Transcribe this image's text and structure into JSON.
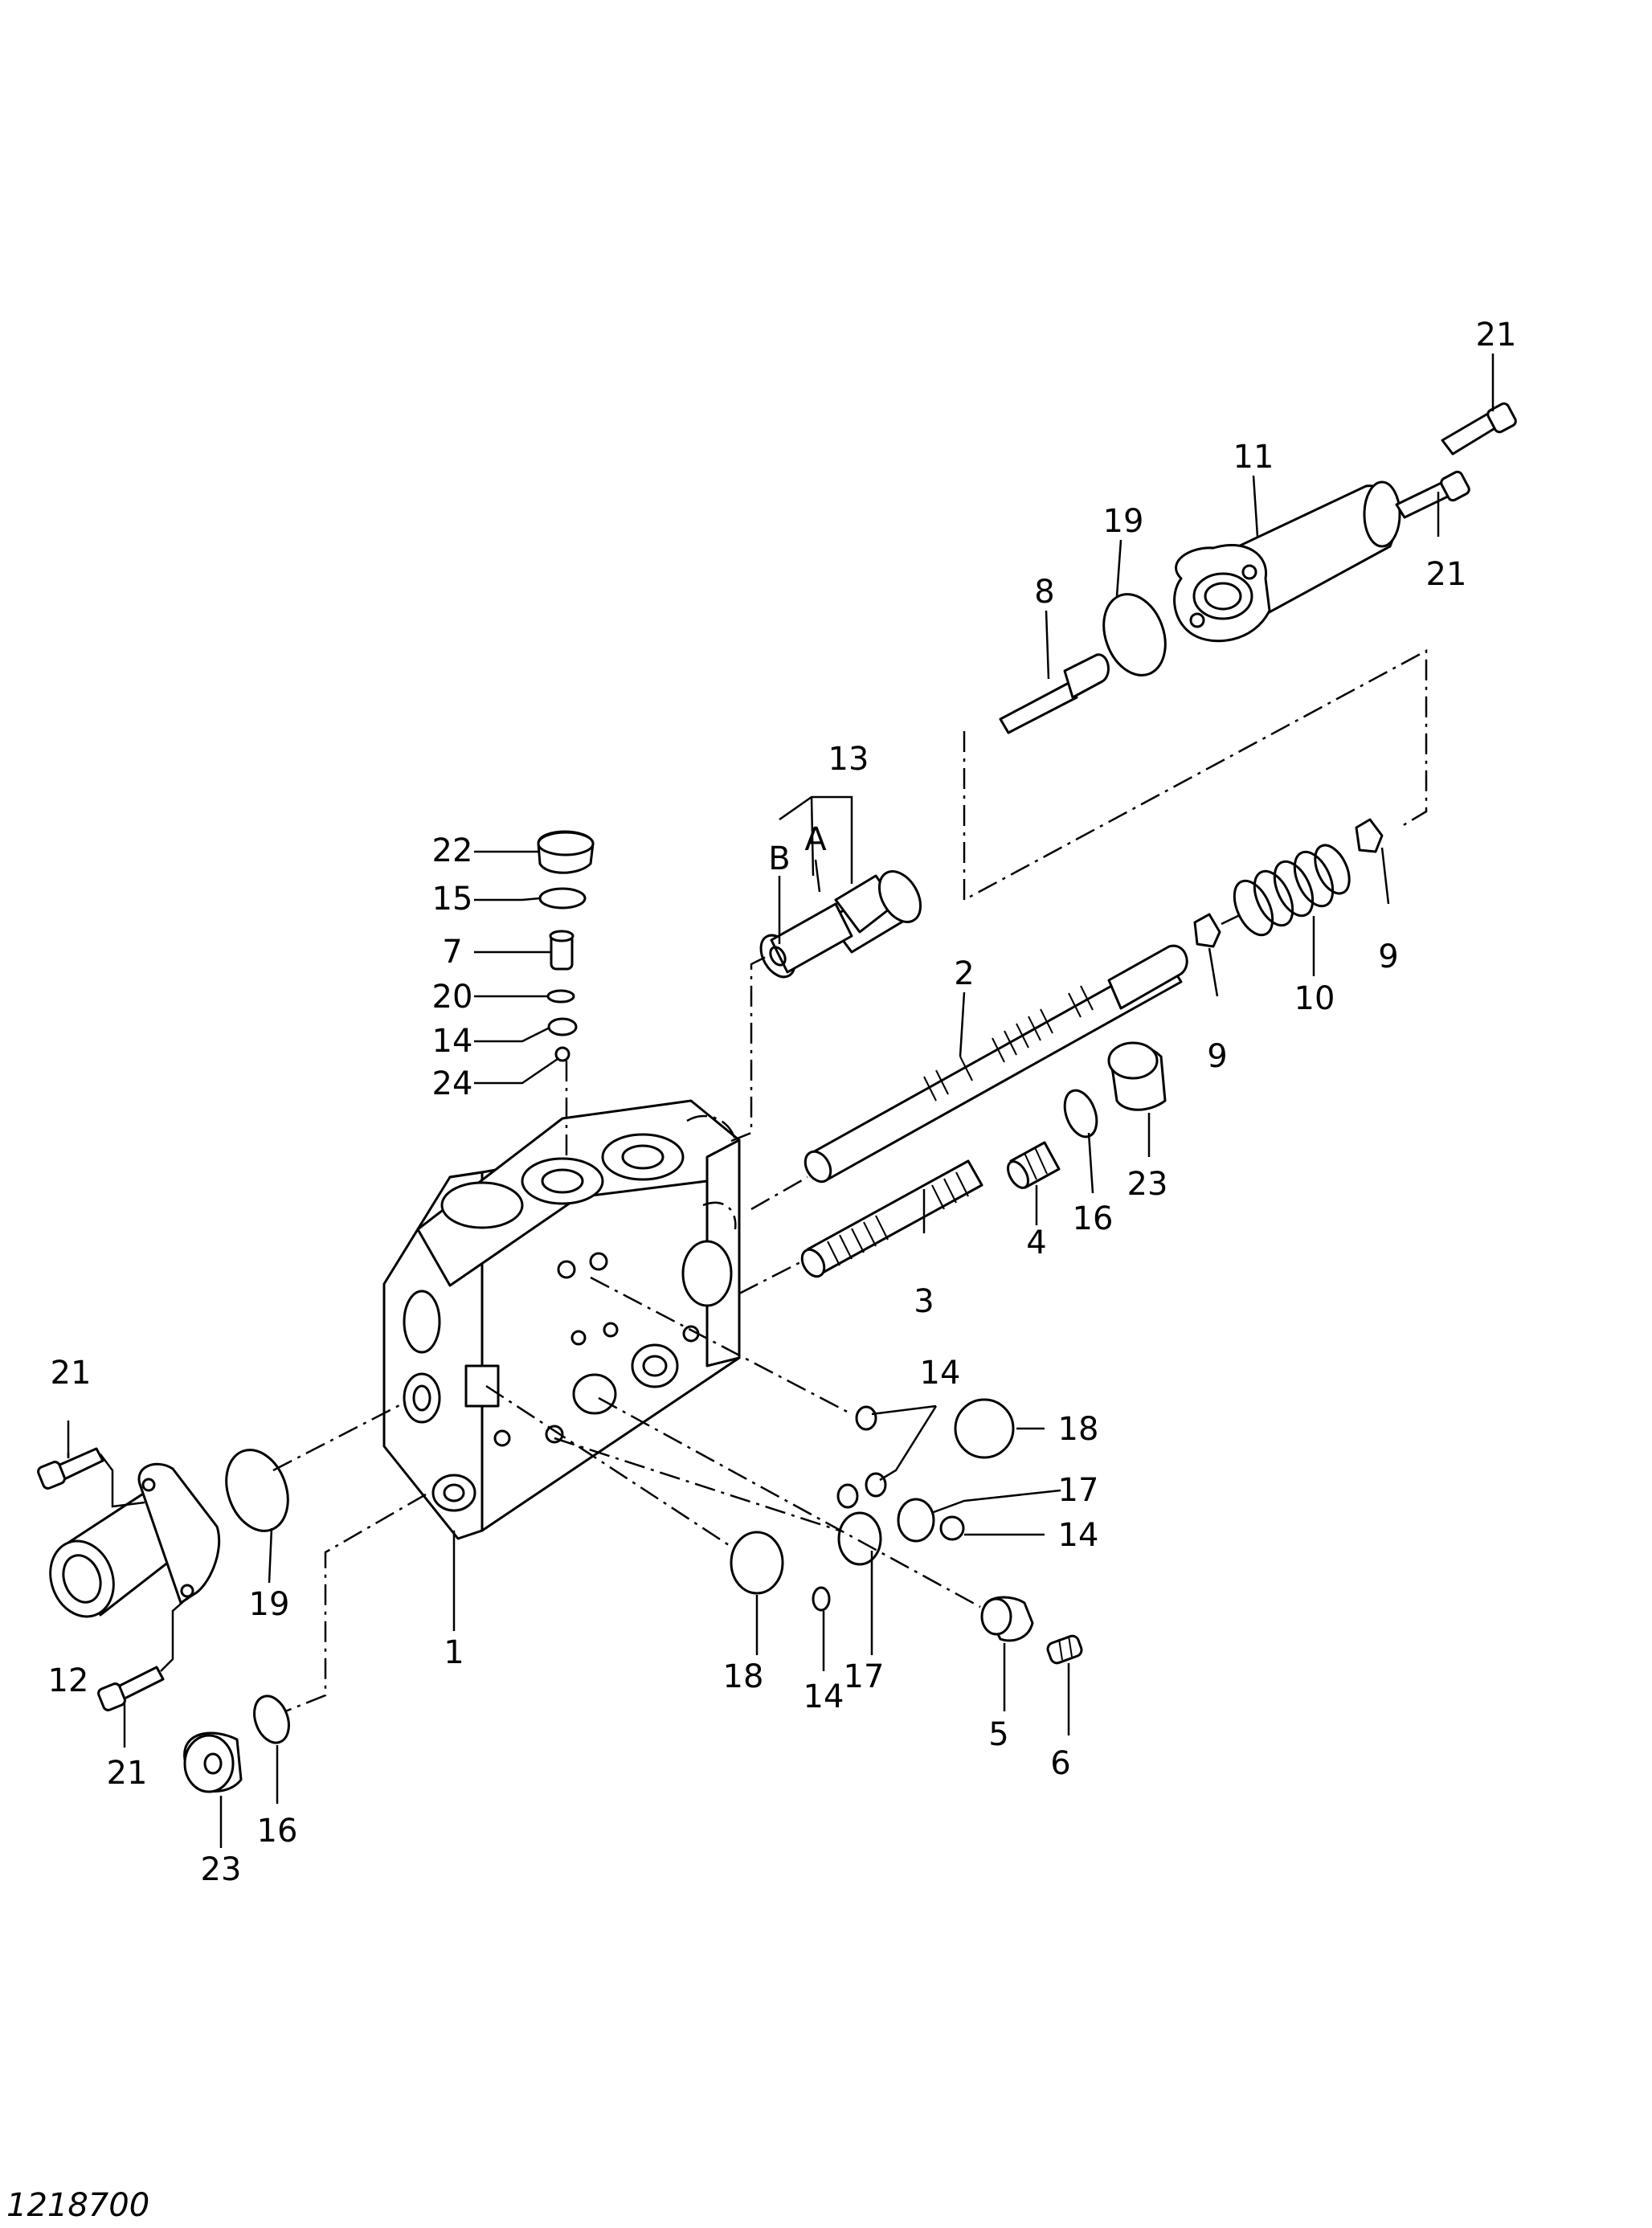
{
  "figure_id": "1218700",
  "callouts": {
    "c21a": "21",
    "c11": "11",
    "c19a": "19",
    "c21b": "21",
    "c8": "8",
    "c13": "13",
    "cB": "B",
    "cA": "A",
    "c22": "22",
    "c15": "15",
    "c7": "7",
    "c20": "20",
    "c14a": "14",
    "c24": "24",
    "c2": "2",
    "c9a": "9",
    "c10": "10",
    "c9b": "9",
    "c23a": "23",
    "c16a": "16",
    "c4": "4",
    "c3": "3",
    "c14b": "14",
    "c18a": "18",
    "c17a": "17",
    "c14c": "14",
    "c21c": "21",
    "c19b": "19",
    "c12": "12",
    "c21d": "21",
    "c1": "1",
    "c18b": "18",
    "c14d": "14",
    "c17b": "17",
    "c5": "5",
    "c6": "6",
    "c23b": "23",
    "c16b": "16"
  }
}
